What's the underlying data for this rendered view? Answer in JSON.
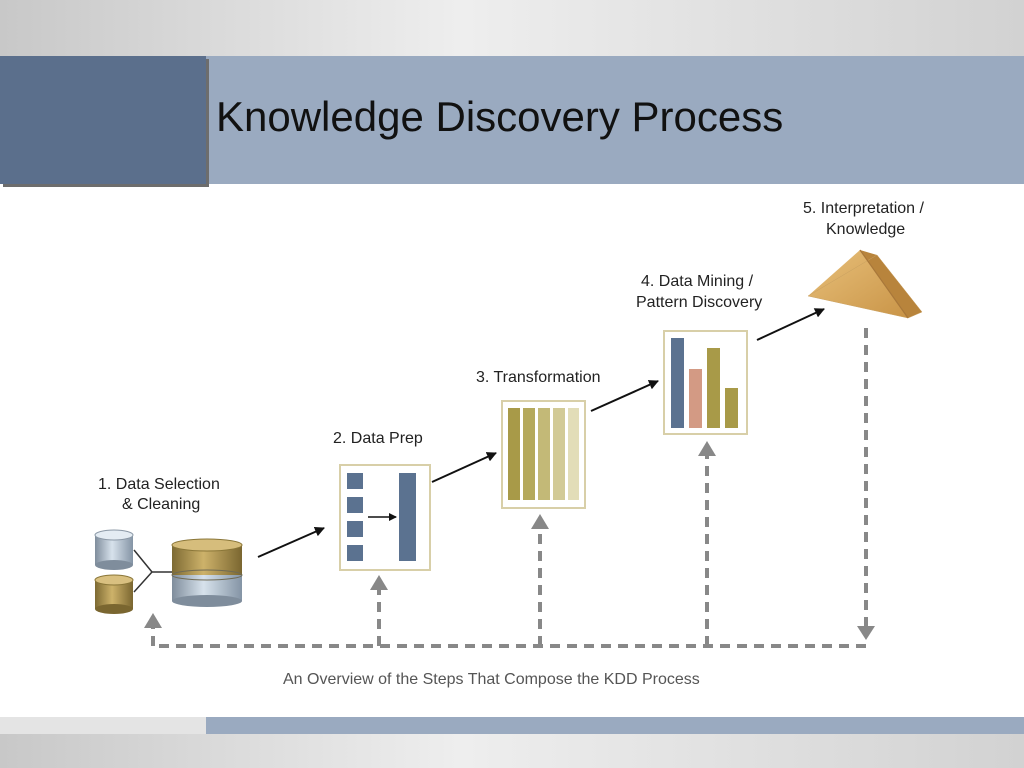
{
  "slide": {
    "title": "Knowledge Discovery Process"
  },
  "steps": [
    {
      "line1": "1.  Data Selection",
      "line2": "& Cleaning"
    },
    {
      "line1": "2.  Data Prep",
      "line2": ""
    },
    {
      "line1": "3.  Transformation",
      "line2": ""
    },
    {
      "line1": "4.  Data Mining /",
      "line2": "Pattern Discovery"
    },
    {
      "line1": "5.  Interpretation /",
      "line2": "Knowledge"
    }
  ],
  "caption": "An Overview of the Steps That Compose the KDD Process",
  "colors": {
    "title_bar": "#9aaac0",
    "title_block": "#5b6f8c",
    "slate_blue": "#5b7290",
    "olive_gold": "#a89a48",
    "salmon": "#d39a84",
    "dashed_feedback": "#888888",
    "pyramid": "#d9a85c"
  }
}
